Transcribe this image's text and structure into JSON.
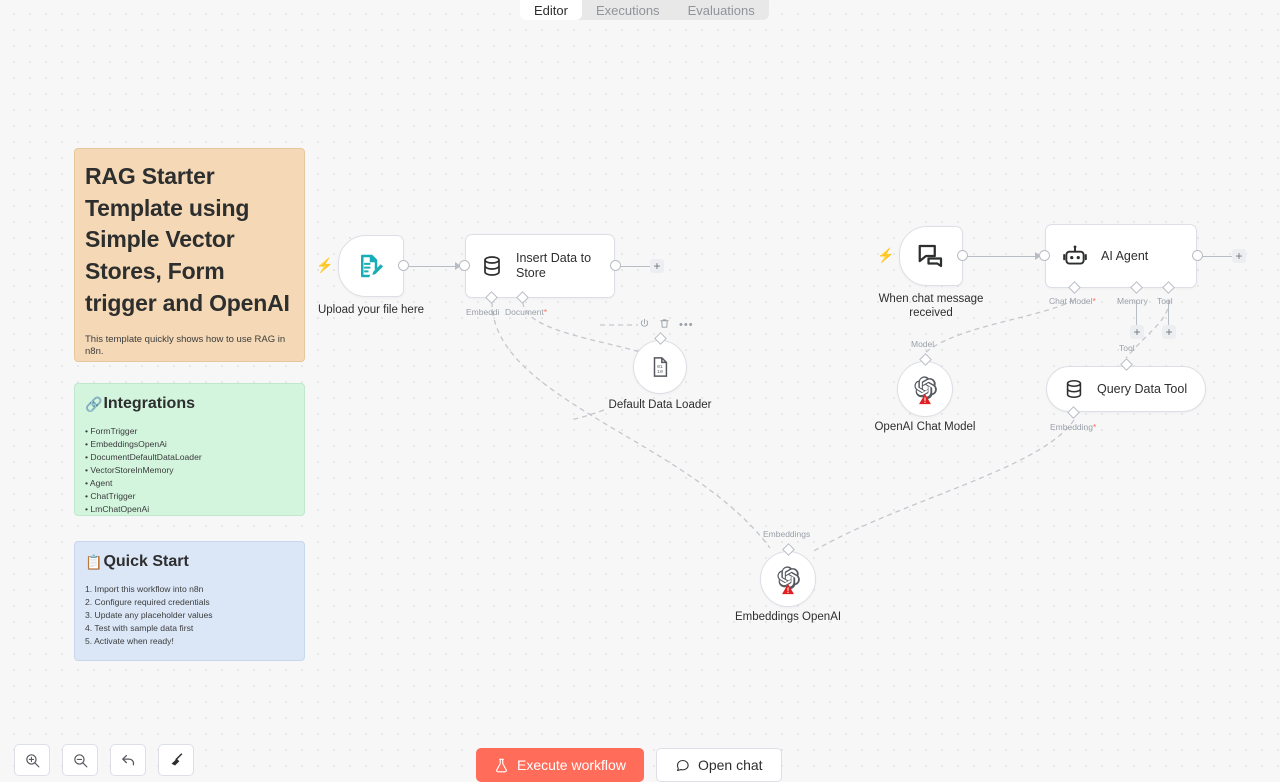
{
  "tabs": [
    {
      "label": "Editor",
      "active": true
    },
    {
      "label": "Executions",
      "active": false
    },
    {
      "label": "Evaluations",
      "active": false
    }
  ],
  "notes": {
    "main": {
      "title": "RAG Starter Template using Simple Vector Stores, Form trigger and OpenAI",
      "subtitle": "This template quickly shows how to use RAG in n8n.",
      "color": "#f5d9b6"
    },
    "integrations": {
      "emoji": "🔗",
      "title": "Integrations",
      "color": "#d3f5dd",
      "items": [
        "• FormTrigger",
        "• EmbeddingsOpenAi",
        "• DocumentDefaultDataLoader",
        "• VectorStoreInMemory",
        "• Agent",
        "• ChatTrigger",
        "• LmChatOpenAi"
      ]
    },
    "quickstart": {
      "emoji": "📋",
      "title": "Quick Start",
      "color": "#dbe7f7",
      "items": [
        "1. Import this workflow into n8n",
        "2. Configure required credentials",
        "3. Update any placeholder values",
        "4. Test with sample data first",
        "5. Activate when ready!"
      ]
    }
  },
  "nodes": {
    "form_trigger": {
      "label": "Upload your file here",
      "icon": "form-document-pencil-icon",
      "icon_color": "#16adb4"
    },
    "insert_data": {
      "title": "Insert Data to\nStore",
      "icon": "database-icon",
      "ports": [
        {
          "label": "Embeddi",
          "required": false
        },
        {
          "label": "Document",
          "required": true
        }
      ]
    },
    "data_loader": {
      "label": "Default Data Loader",
      "icon": "binary-file-icon",
      "toolbar": [
        "power-icon",
        "trash-icon",
        "more-icon"
      ]
    },
    "chat_trigger": {
      "label": "When chat message\nreceived",
      "icon": "chat-bubbles-icon"
    },
    "ai_agent": {
      "title": "AI Agent",
      "icon": "robot-icon",
      "ports": [
        {
          "label": "Chat Model",
          "required": true
        },
        {
          "label": "Memory",
          "required": false
        },
        {
          "label": "Tool",
          "required": false
        }
      ]
    },
    "openai_chat_model": {
      "label": "OpenAI Chat Model",
      "icon": "openai-icon",
      "port_label": "Model",
      "status": "warning"
    },
    "query_data_tool": {
      "title": "Query Data Tool",
      "icon": "database-icon",
      "top_label": "Tool",
      "port_label": "Embedding",
      "port_required": true
    },
    "embeddings_openai": {
      "label": "Embeddings OpenAI",
      "icon": "openai-icon",
      "port_label": "Embeddings",
      "status": "warning"
    }
  },
  "controls": {
    "zoom_in": "zoom-in-icon",
    "zoom_out": "zoom-out-icon",
    "reset_zoom": "reset-zoom-icon",
    "tidy_up": "tidy-up-broom-icon"
  },
  "actions": {
    "execute_label": "Execute workflow",
    "execute_icon": "flask-icon",
    "execute_color": "#ff6d5a",
    "open_chat_label": "Open chat",
    "open_chat_icon": "chat-icon"
  }
}
